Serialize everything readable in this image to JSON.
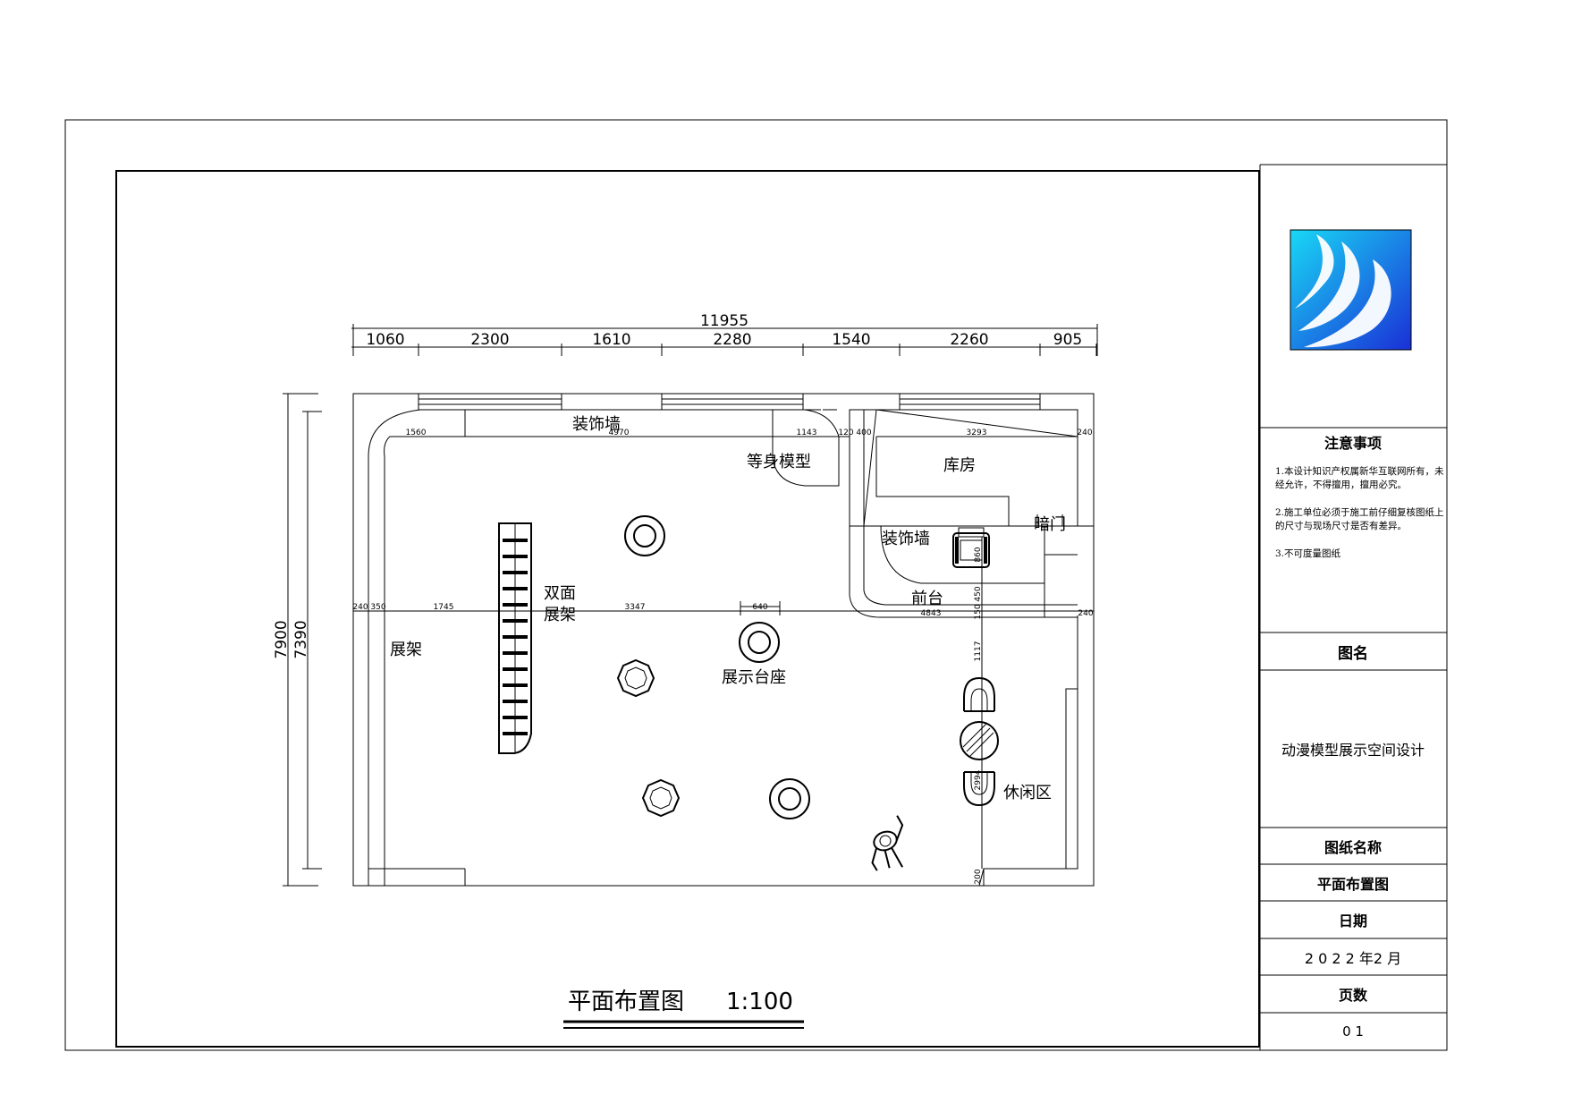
{
  "plan": {
    "total_width": "11955",
    "segments": [
      "1060",
      "2300",
      "1610",
      "2280",
      "1540",
      "2260",
      "905"
    ],
    "height_outer": "7900",
    "height_inner": "7390",
    "labels": {
      "deco_wall_top": "装饰墙",
      "full_size_model": "等身模型",
      "storage": "库房",
      "hidden_door": "暗门",
      "deco_wall_mid": "装饰墙",
      "reception": "前台",
      "double_shelf_1": "双面",
      "double_shelf_2": "展架",
      "shelf": "展架",
      "display_base": "展示台座",
      "lounge": "休闲区"
    },
    "small_dims": {
      "d1560": "1560",
      "d4970": "4970",
      "d1143": "1143",
      "d120_400": "120 400",
      "d3293": "3293",
      "d240_tr": "240",
      "d240_350": "240 350",
      "d1745": "1745",
      "d3347": "3347",
      "d640": "640",
      "d4843": "4843",
      "d150_450": "150 450",
      "d240_r": "240",
      "d860": "860",
      "d1117": "1117",
      "d2994": "2994",
      "d200": "200"
    },
    "caption": "平面布置图",
    "scale": "1:100"
  },
  "title_block": {
    "notes_heading": "注意事项",
    "notes": [
      "1.本设计知识产权属新华互联网所有，未经允许，不得擅用，擅用必究。",
      "2.施工单位必须于施工前仔细复核图纸上的尺寸与现场尺寸是否有差异。",
      "3.不可度量图纸"
    ],
    "drawing_name_label": "图名",
    "drawing_name": "动漫模型展示空间设计",
    "sheet_name_label": "图纸名称",
    "sheet_name": "平面布置图",
    "date_label": "日期",
    "date": "2 0 2 2 年2 月",
    "page_label": "页数",
    "page": "0 1"
  },
  "colors": {
    "logo_light": "#19d8f5",
    "logo_dark": "#1a2fd6",
    "line": "#000000"
  },
  "icons": {
    "logo": "wave-logo-icon"
  }
}
